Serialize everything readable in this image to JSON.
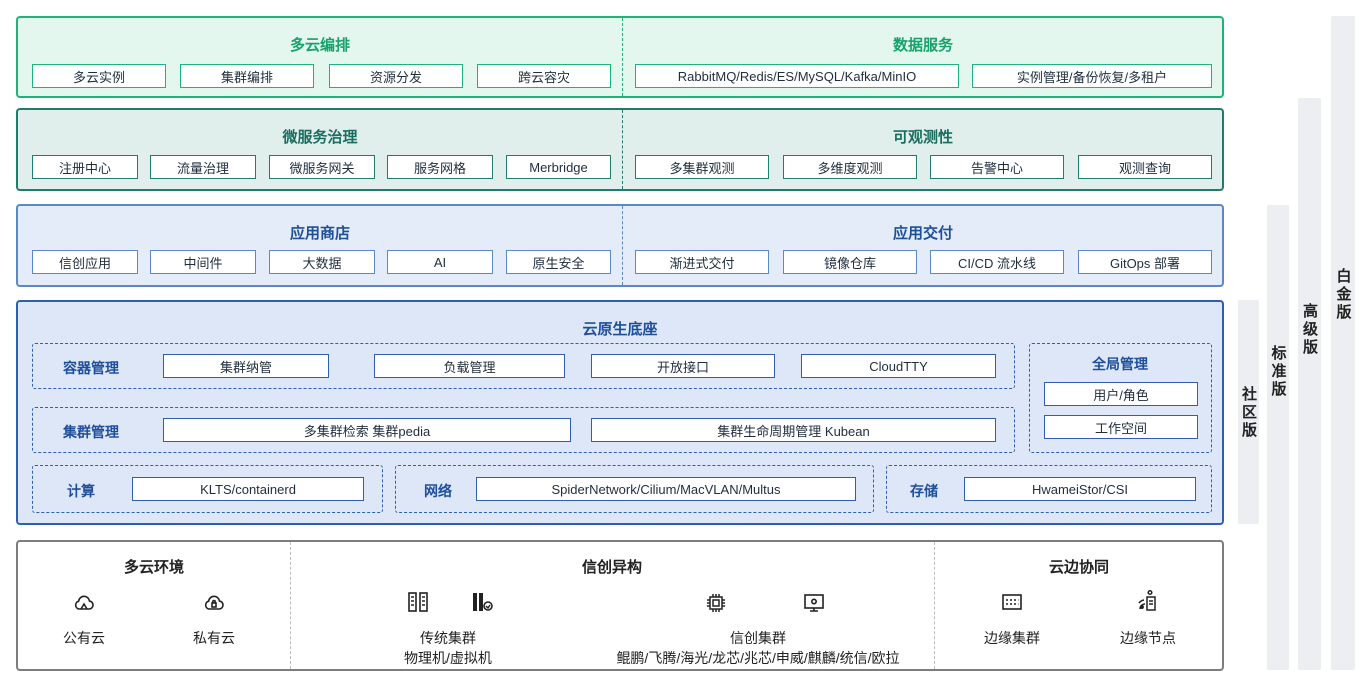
{
  "colors": {
    "green_border": "#1fb37a",
    "green_bg": "#e4f7ef",
    "teal_border": "#1f7d6d",
    "teal_bg": "#e1efec",
    "blue_border": "#5b88c9",
    "blue_bg": "#e3ecf8",
    "navy_border": "#2f5fb0",
    "navy_bg": "#dde7f7",
    "gray_border": "#7d7d7d"
  },
  "layer1": {
    "left": {
      "title": "多云编排",
      "items": [
        "多云实例",
        "集群编排",
        "资源分发",
        "跨云容灾"
      ]
    },
    "right": {
      "title": "数据服务",
      "items": [
        "RabbitMQ/Redis/ES/MySQL/Kafka/MinIO",
        "实例管理/备份恢复/多租户"
      ]
    }
  },
  "layer2": {
    "left": {
      "title": "微服务治理",
      "items": [
        "注册中心",
        "流量治理",
        "微服务网关",
        "服务网格",
        "Merbridge"
      ]
    },
    "right": {
      "title": "可观测性",
      "items": [
        "多集群观测",
        "多维度观测",
        "告警中心",
        "观测查询"
      ]
    }
  },
  "layer3": {
    "left": {
      "title": "应用商店",
      "items": [
        "信创应用",
        "中间件",
        "大数据",
        "AI",
        "原生安全"
      ]
    },
    "right": {
      "title": "应用交付",
      "items": [
        "渐进式交付",
        "镜像仓库",
        "CI/CD 流水线",
        "GitOps 部署"
      ]
    }
  },
  "layer4": {
    "title": "云原生底座",
    "container": {
      "label": "容器管理",
      "items": [
        "集群纳管",
        "负载管理",
        "开放接口",
        "CloudTTY"
      ]
    },
    "cluster": {
      "label": "集群管理",
      "items": [
        "多集群检索 集群pedia",
        "集群生命周期管理 Kubean"
      ]
    },
    "global": {
      "label": "全局管理",
      "items": [
        "用户/角色",
        "工作空间"
      ]
    },
    "compute": {
      "label": "计算",
      "item": "KLTS/containerd"
    },
    "network": {
      "label": "网络",
      "item": "SpiderNetwork/Cilium/MacVLAN/Multus"
    },
    "storage": {
      "label": "存储",
      "item": "HwameiStor/CSI"
    }
  },
  "infra": {
    "multicloud": {
      "title": "多云环境",
      "public": "公有云",
      "private": "私有云"
    },
    "xinchuang": {
      "title": "信创异构",
      "traditional": "传统集群",
      "traditional_sub": "物理机/虚拟机",
      "xc_cluster": "信创集群",
      "xc_sub": "鲲鹏/飞腾/海光/龙芯/兆芯/申威/麒麟/统信/欧拉"
    },
    "edge": {
      "title": "云边协同",
      "cluster": "边缘集群",
      "node": "边缘节点"
    }
  },
  "editions": [
    "社区版",
    "标准版",
    "高级版",
    "白金版"
  ]
}
